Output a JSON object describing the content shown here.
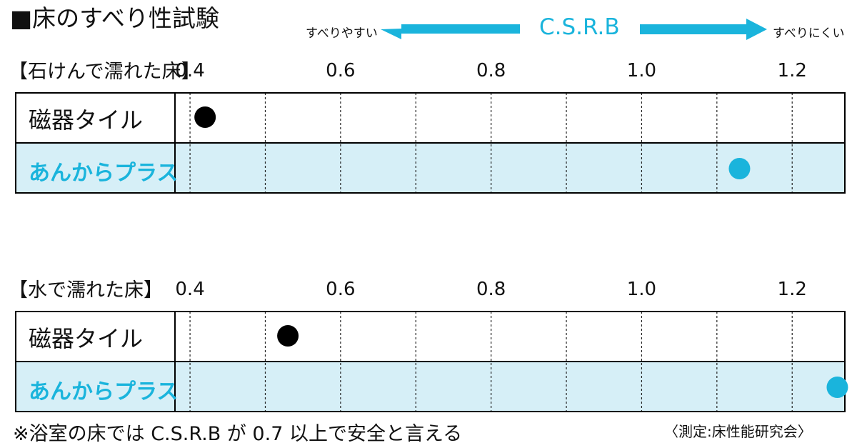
{
  "header": {
    "title": "■床のすべり性試験",
    "slippery": "すべりやすい",
    "not_slippery": "すべりにくい",
    "axis_name": "C.S.R.B"
  },
  "colors": {
    "accent": "#1ab4dc",
    "highlight_row": "#d6eff7",
    "point_default": "#000000"
  },
  "chart_data": [
    {
      "type": "scatter",
      "title": "【石けんで濡れた床】",
      "x_ticks": [
        "0.4",
        "0.6",
        "0.8",
        "1.0",
        "1.2"
      ],
      "xlim": [
        0.38,
        1.27
      ],
      "rows": [
        {
          "label": "磁器タイル",
          "value": 0.42,
          "highlight": false
        },
        {
          "label": "あんからプラス",
          "value": 1.13,
          "highlight": true
        }
      ]
    },
    {
      "type": "scatter",
      "title": "【水で濡れた床】",
      "x_ticks": [
        "0.4",
        "0.6",
        "0.8",
        "1.0",
        "1.2"
      ],
      "xlim": [
        0.38,
        1.27
      ],
      "rows": [
        {
          "label": "磁器タイル",
          "value": 0.53,
          "highlight": false
        },
        {
          "label": "あんからプラス",
          "value": 1.26,
          "highlight": true
        }
      ]
    }
  ],
  "footer": {
    "note": "※浴室の床では C.S.R.B が 0.7 以上で安全と言える",
    "source": "〈測定:床性能研究会〉"
  }
}
